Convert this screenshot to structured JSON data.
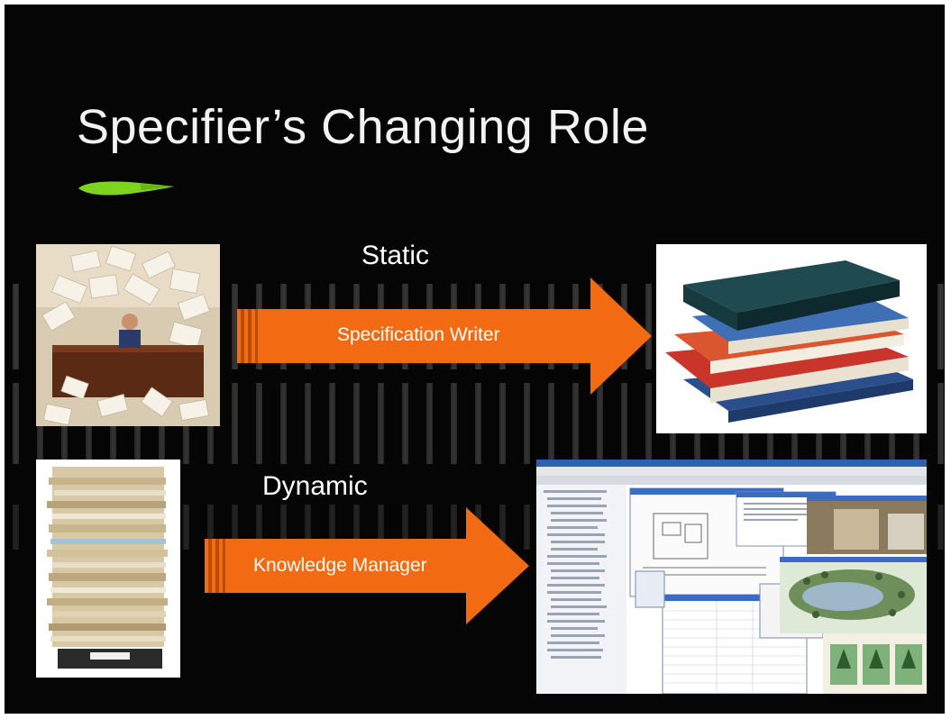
{
  "slide": {
    "title": "Specifier’s Changing Role",
    "static_label": "Static",
    "dynamic_label": "Dynamic",
    "arrows": {
      "top": "Specification Writer",
      "bottom": "Knowledge Manager"
    }
  },
  "colors": {
    "background": "#050505",
    "arrow_orange": "#f26a12",
    "brush_green": "#7ed321",
    "title_text": "#f2f2f2"
  },
  "images": {
    "top_left": "messy-desk-photo",
    "bottom_left": "paper-stack-photo",
    "top_right": "book-stack-photo",
    "bottom_right": "software-screenshot-collage"
  }
}
